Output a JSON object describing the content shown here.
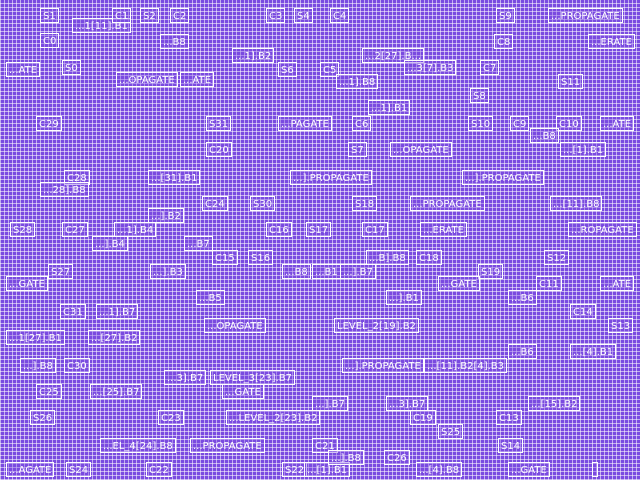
{
  "labels": [
    "S1",
    "...1[11].B1",
    "C1",
    "S2",
    "C2",
    "C3",
    "S4",
    "C4",
    "S9",
    "...PROPAGATE",
    "C0",
    "...B8",
    "...1].B2",
    "C8",
    "...ERATE",
    "...ATE",
    "S0",
    "...OPAGATE",
    "...ATE",
    "S6",
    "C5",
    "...2[27].B...",
    "...3[7].B3",
    "C7",
    "...1].B8",
    "S11",
    "S8",
    "...1].B1",
    "C29",
    "S31",
    "...PAGATE",
    "C6",
    "S10",
    "C9",
    "C10",
    "...ATE",
    "...B8",
    "C20",
    "S7",
    "...OPAGATE",
    "...[1].B1",
    "C28",
    "...[31].B1",
    "...].PROPAGATE",
    "...].PROPAGATE",
    "...28].B8",
    "...].B2",
    "C24",
    "S30",
    "S18",
    "...PROPAGATE",
    "...[11].B8",
    "S28",
    "C27",
    "...1].B4",
    "C16",
    "S17",
    "C17",
    "...ERATE",
    "...ROPAGATE",
    "...].B4",
    "...B7",
    "C15",
    "S16",
    "...B8",
    "...B1",
    "...].B7",
    "...B].B8",
    "C18",
    "...GATE",
    "S27",
    "...].B3",
    "S19",
    "S12",
    "...B5",
    "...GATE",
    "C11",
    "...ATE",
    "C31",
    "...1].B7",
    "...].B1",
    "...B6",
    "C14",
    "...1[27].B1",
    "...[27].B2",
    "...OPAGATE",
    "LEVEL_2[19].B2",
    "S13",
    "...].B8",
    "C30",
    "...].PROPAGATE",
    "...[11].B2[4].B3",
    "...B6",
    "...[4].B1",
    "C25",
    "...[25].B7",
    "...3].B7",
    "LEVEL_3[23].B7",
    "...GATE",
    "S26",
    "C23",
    "...LEVEL_2[23].B2",
    "...].B7",
    "...3].B7",
    "C19",
    "C13",
    "...[15].B2",
    "S25",
    "...EL_4[24].B8",
    "...PROPAGATE",
    "C21",
    "S14",
    "...AGATE",
    "S24",
    "C22",
    "S22",
    "...[1].B1",
    "...].B8",
    "C26",
    "...[4].B8",
    "...GATE"
  ]
}
